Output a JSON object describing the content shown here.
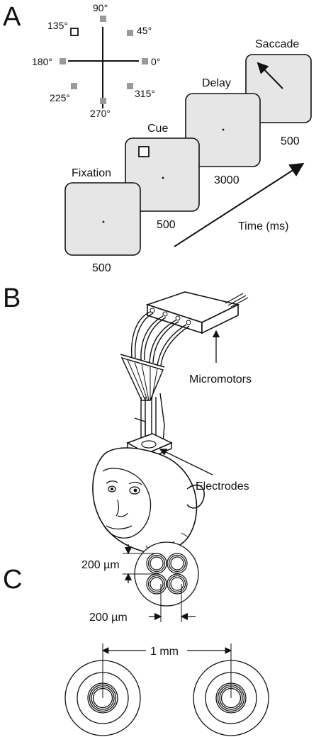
{
  "panels": {
    "a": "A",
    "b": "B",
    "c": "C"
  },
  "angles": {
    "a90": "90°",
    "a45": "45°",
    "a0": "0°",
    "a315": "315°",
    "a270": "270°",
    "a225": "225°",
    "a180": "180°",
    "a135": "135°"
  },
  "screens": {
    "fixation": {
      "label": "Fixation",
      "duration": "500"
    },
    "cue": {
      "label": "Cue",
      "duration": "500"
    },
    "delay": {
      "label": "Delay",
      "duration": "3000"
    },
    "saccade": {
      "label": "Saccade",
      "duration": "500"
    }
  },
  "time_axis": {
    "label": "Time (ms)"
  },
  "apparatus": {
    "micromotors": "Micromotors",
    "electrodes": "Electrodes"
  },
  "electrode_array": {
    "spacing_v": "200 µm",
    "spacing_h": "200 µm",
    "separation": "1 mm"
  },
  "colors": {
    "screen_fill": "#e6e6e6",
    "target_fill": "#9a9a9a",
    "ink": "#111111"
  }
}
